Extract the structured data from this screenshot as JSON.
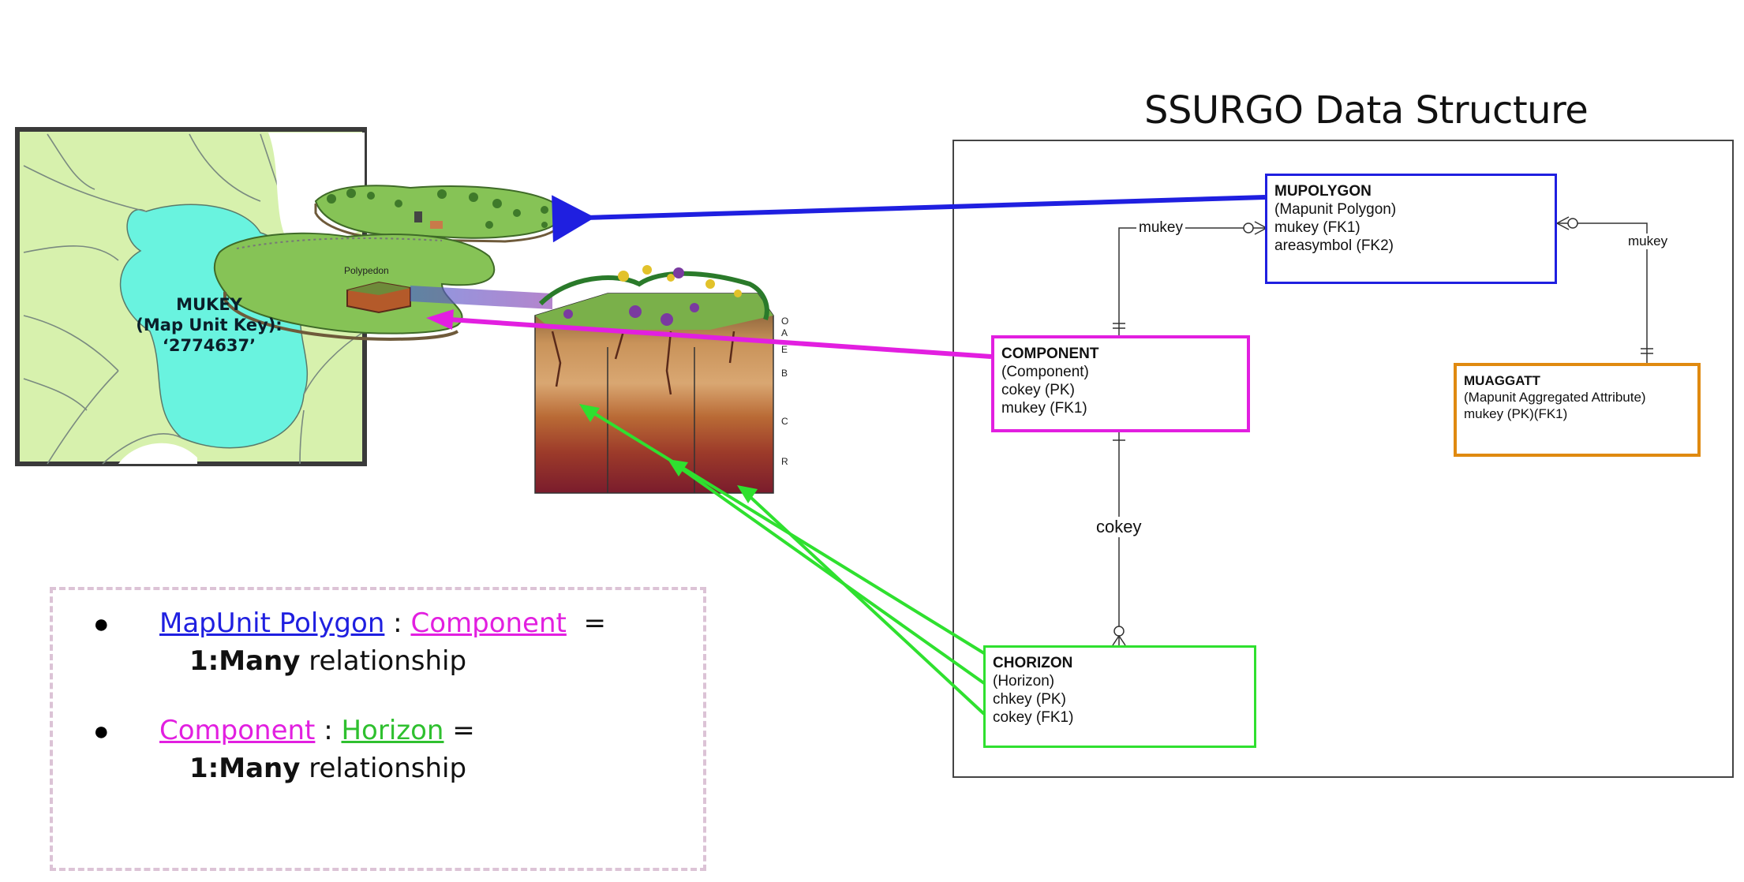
{
  "title": "SSURGO Data Structure",
  "colors": {
    "mupolygon": "#1f1fe0",
    "component": "#e21fe0",
    "chorizon": "#2fe02f",
    "muaggatt": "#e08a10"
  },
  "map": {
    "mukey_label": "MUKEY",
    "mukey_sub1": "(Map Unit Key):",
    "mukey_sub2": "‘2774637’",
    "polypedon_label": "Polypedon"
  },
  "soil_profile": {
    "horizons": [
      "O",
      "A",
      "E",
      "B",
      "C",
      "R"
    ]
  },
  "entities": {
    "mupolygon": {
      "name": "MUPOLYGON",
      "fields": [
        "(Mapunit Polygon)",
        "mukey (FK1)",
        "areasymbol (FK2)"
      ]
    },
    "component": {
      "name": "COMPONENT",
      "fields": [
        "(Component)",
        "cokey (PK)",
        "mukey (FK1)"
      ]
    },
    "muaggatt": {
      "name": "MUAGGATT",
      "fields": [
        "(Mapunit Aggregated Attribute)",
        "mukey (PK)(FK1)"
      ]
    },
    "chorizon": {
      "name": "CHORIZON",
      "fields": [
        "(Horizon)",
        "chkey (PK)",
        "cokey (FK1)"
      ]
    }
  },
  "relations": {
    "mukey_left": "mukey",
    "mukey_right": "mukey",
    "cokey": "cokey"
  },
  "legend": {
    "item1": {
      "a": "MapUnit Polygon",
      "sep": " : ",
      "b": "Component",
      "eq": "  =",
      "rel_bold": "1:Many",
      "rel_rest": " relationship"
    },
    "item2": {
      "a": "Component",
      "sep": " : ",
      "b": "Horizon",
      "eq": " =",
      "rel_bold": "1:Many",
      "rel_rest": " relationship"
    }
  }
}
